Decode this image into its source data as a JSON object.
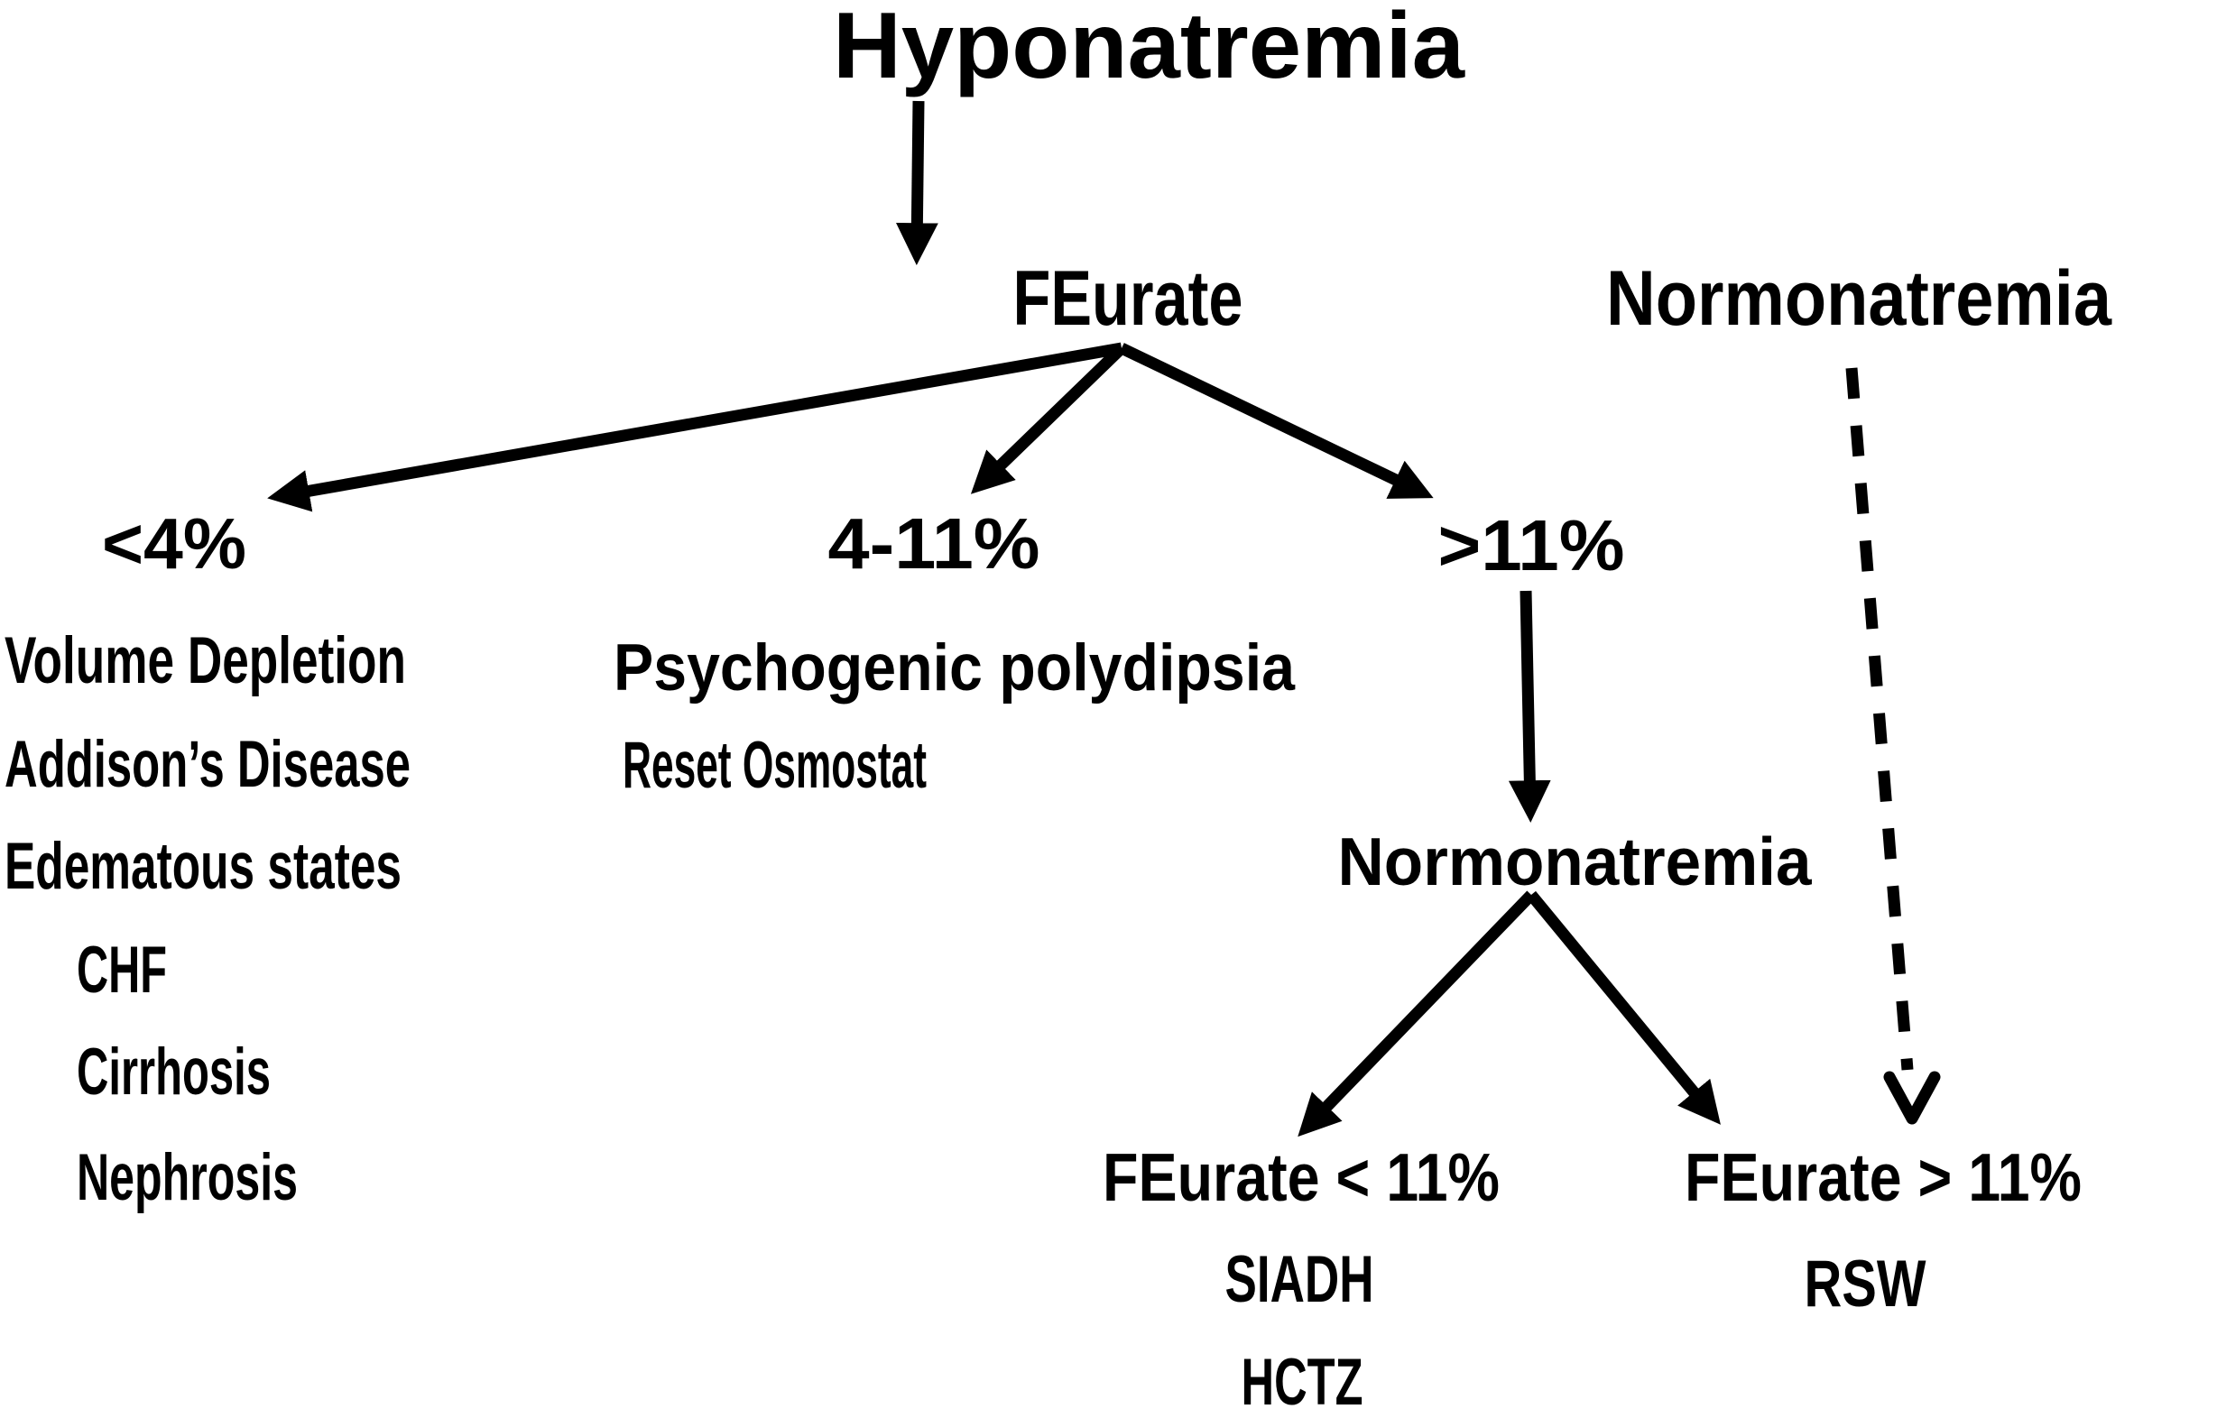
{
  "figure": {
    "title": "Hyponatremia",
    "root_test": "FEurate",
    "right_heading": "Normonatremia",
    "branch_low": {
      "label": "<4%",
      "items": [
        "Volume Depletion",
        "Addison’s Disease",
        "Edematous states",
        "CHF",
        "Cirrhosis",
        "Nephrosis"
      ]
    },
    "branch_mid": {
      "label": "4-11%",
      "items": [
        "Psychogenic polydipsia",
        "Reset Osmostat"
      ]
    },
    "branch_high": {
      "label": ">11%",
      "node": "Normonatremia",
      "sub_low": {
        "label": "FEurate < 11%",
        "items": [
          "SIADH",
          "HCTZ"
        ]
      },
      "sub_high": {
        "label": "FEurate > 11%",
        "items": [
          "RSW"
        ]
      }
    },
    "colors": {
      "ink": "#000000",
      "background": "#ffffff"
    }
  }
}
